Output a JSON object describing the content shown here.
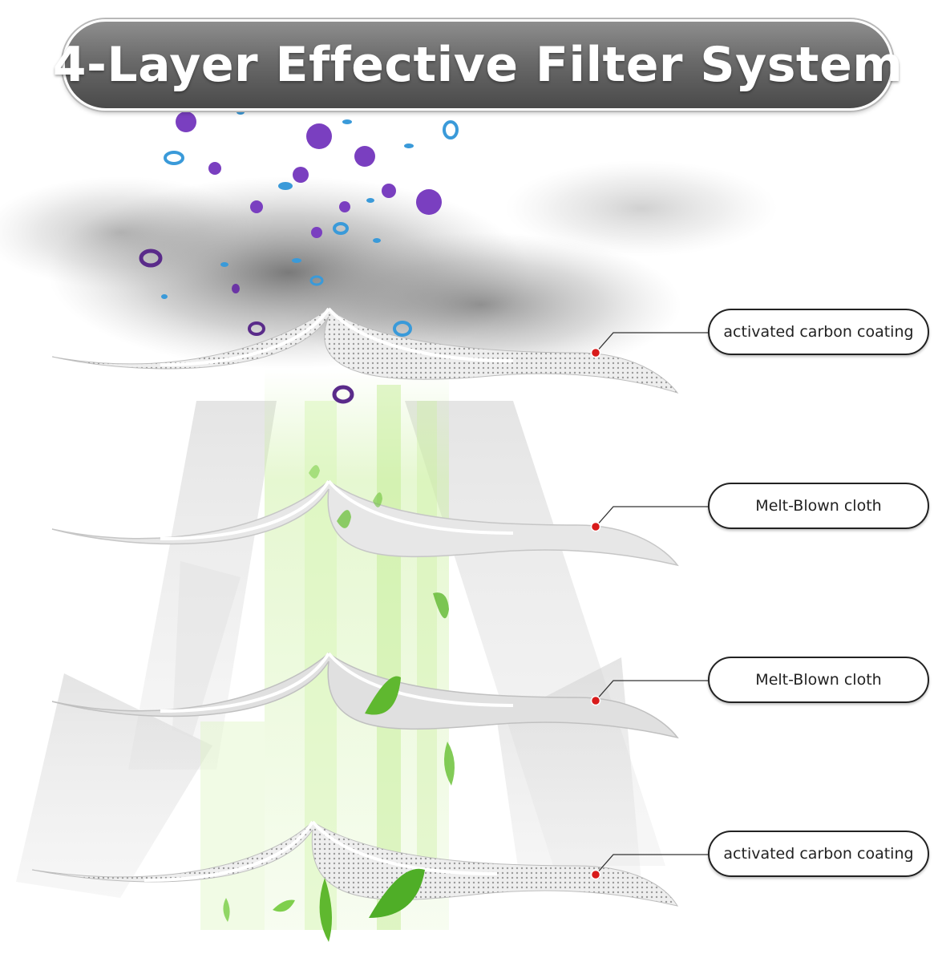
{
  "header": {
    "title": "4-Layer Effective Filter System"
  },
  "layers": [
    {
      "label": "activated carbon coating"
    },
    {
      "label": "Melt-Blown cloth"
    },
    {
      "label": "Melt-Blown cloth"
    },
    {
      "label": "activated carbon coating"
    }
  ],
  "colors": {
    "title_bg": "#6a6a6a",
    "title_text": "#ffffff",
    "marker_dot": "#d81b1b",
    "leaf_green": "#6cc23a",
    "airflow_green": "#b5e58a",
    "particle_purple": "#7a3fc0",
    "particle_blue": "#3a9ad9",
    "dust_gray": "#555555"
  },
  "icons": {
    "particles": "pollutant-particles-icon",
    "leaves": "fresh-leaf-icon"
  }
}
